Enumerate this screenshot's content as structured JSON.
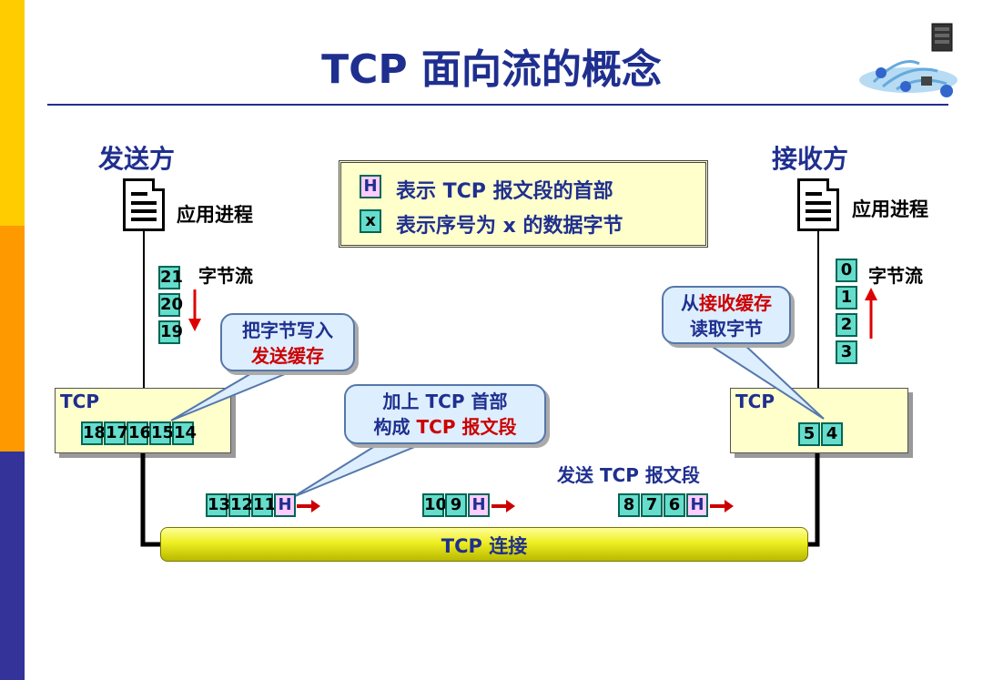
{
  "title": "TCP 面向流的概念",
  "sender": {
    "heading": "发送方",
    "app_label": "应用进程",
    "stream_label": "字节流",
    "stream_bytes": [
      "21",
      "20",
      "19"
    ],
    "tcp_label": "TCP",
    "buffer_bytes": [
      "18",
      "17",
      "16",
      "15",
      "14"
    ],
    "callout_line1": "把字节写入",
    "callout_line2": "发送缓存"
  },
  "receiver": {
    "heading": "接收方",
    "app_label": "应用进程",
    "stream_label": "字节流",
    "stream_bytes": [
      "0",
      "1",
      "2",
      "3"
    ],
    "tcp_label": "TCP",
    "buffer_bytes": [
      "5",
      "4"
    ],
    "callout_prefix": "从",
    "callout_highlight": "接收缓存",
    "callout_line2": "读取字节"
  },
  "legend": {
    "h_symbol": "H",
    "h_text": "表示 TCP 报文段的首部",
    "x_symbol": "x",
    "x_text": "表示序号为 x 的数据字节"
  },
  "middle_callout": {
    "line1": "加上 TCP 首部",
    "line2_prefix": "构成",
    "line2_highlight": "TCP 报文段"
  },
  "segments": [
    {
      "bytes": [
        "13",
        "12",
        "11"
      ],
      "header": "H"
    },
    {
      "bytes": [
        "10",
        "9"
      ],
      "header": "H"
    },
    {
      "bytes": [
        "8",
        "7",
        "6"
      ],
      "header": "H"
    }
  ],
  "send_label": "发送 TCP 报文段",
  "connection_label": "TCP 连接",
  "colors": {
    "navy": "#1f2f8f",
    "highlight_red": "#cc0000",
    "cell_teal": "#66ddcc",
    "header_pink": "#ffccff",
    "box_yellow": "#ffffcc",
    "pipe_yellow": "#eeee22"
  },
  "icons": {
    "logo": "network-server-icon",
    "document": "document-icon",
    "arrow_down": "arrow-down-icon",
    "arrow_up": "arrow-up-icon",
    "arrow_right": "arrow-right-icon"
  }
}
